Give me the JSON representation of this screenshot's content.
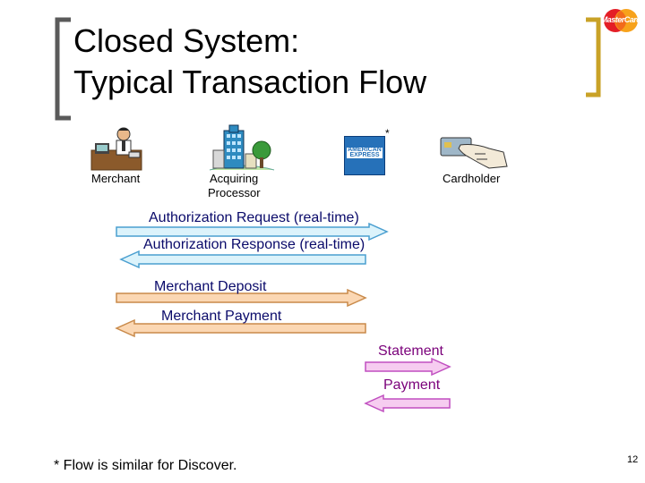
{
  "slide": {
    "title_line1": "Closed System:",
    "title_line2": "Typical Transaction Flow",
    "asterisk": "*",
    "footnote": "* Flow is similar for Discover.",
    "page_number": "12"
  },
  "logos": {
    "mastercard": "MasterCard",
    "amex_line1": "AMERICAN",
    "amex_line2": "EXPRESS"
  },
  "parties": {
    "merchant": "Merchant",
    "acquiring_line1": "Acquiring",
    "acquiring_line2": "Processor",
    "cardholder": "Cardholder"
  },
  "flows": {
    "auth_request": "Authorization Request (real-time)",
    "auth_response": "Authorization Response (real-time)",
    "merchant_deposit": "Merchant Deposit",
    "merchant_payment": "Merchant Payment",
    "statement": "Statement",
    "payment": "Payment"
  },
  "colors": {
    "bracket_gray": "#5a5a5a",
    "bracket_gold": "#c9a227",
    "blue_arrow_fill": "#dcf3fb",
    "blue_arrow_stroke": "#4a9fd0",
    "orange_arrow_fill": "#fbd7b3",
    "orange_arrow_stroke": "#c98a4a",
    "pink_arrow_fill": "#f6ccf0",
    "pink_arrow_stroke": "#c04fc0",
    "flow_text_blue": "#0a0a6a",
    "flow_text_purple": "#7a007a"
  }
}
